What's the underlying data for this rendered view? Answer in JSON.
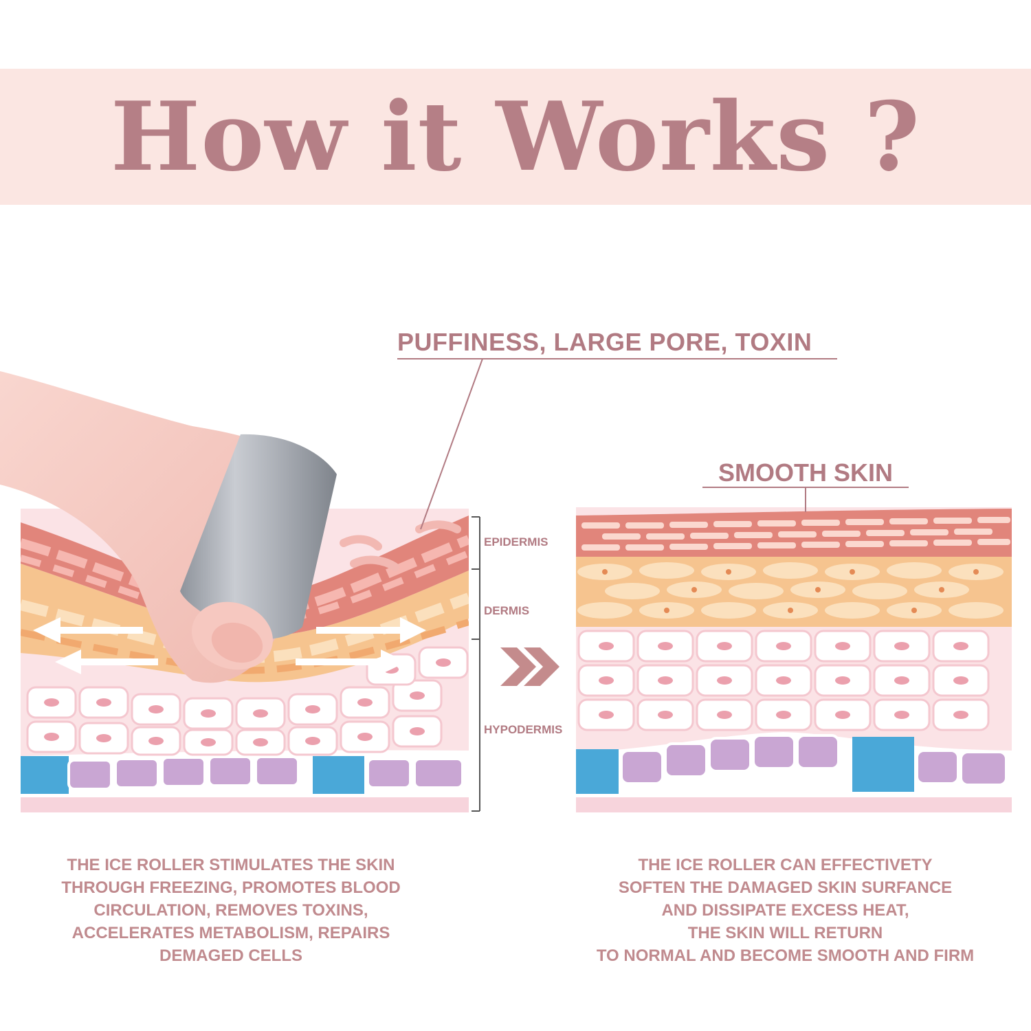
{
  "header": {
    "title": "How it Works ?"
  },
  "callouts": {
    "before": "PUFFINESS, LARGE PORE, TOXIN",
    "after": "SMOOTH SKIN"
  },
  "layers": {
    "epidermis": "EPIDERMIS",
    "dermis": "DERMIS",
    "hypodermis": "HYPODERMIS"
  },
  "captions": {
    "left": [
      "THE ICE ROLLER STIMULATES THE SKIN",
      "THROUGH FREEZING, PROMOTES BLOOD",
      "CIRCULATION, REMOVES TOXINS,",
      "ACCELERATES METABOLISM, REPAIRS",
      "DEMAGED CELLS"
    ],
    "right": [
      "THE ICE ROLLER CAN EFFECTIVETY",
      "SOFTEN THE DAMAGED SKIN SURFANCE",
      "AND DISSIPATE EXCESS HEAT,",
      "THE SKIN WILL RETURN",
      "TO NORMAL AND BECOME SMOOTH AND FIRM"
    ]
  },
  "colors": {
    "accent": "#b57f86",
    "banner": "#fbe6e2",
    "epidermis": "#e1857b",
    "dermis": "#f6c48f",
    "cells": "#fbe1e4",
    "hypodermis_blue": "#4aa8d8",
    "hypodermis_purple": "#c9a6d3"
  }
}
